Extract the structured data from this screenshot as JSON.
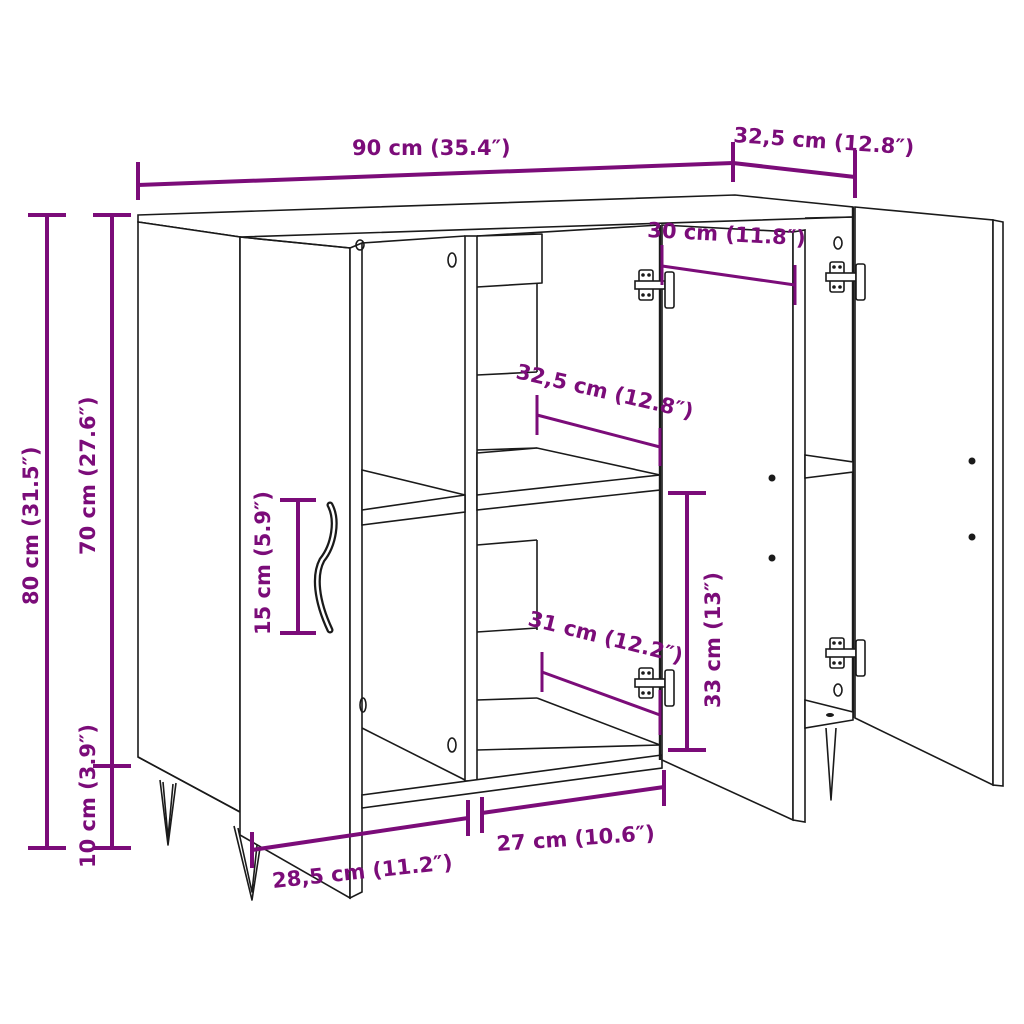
{
  "colors": {
    "dimension": "#7b0c79",
    "outline": "#1a1a1a",
    "background": "#ffffff"
  },
  "diagram": {
    "subject": "Sideboard with two open doors (left door and right door), hairpin legs",
    "icons": [
      "door-handle-icon",
      "hinge-icon",
      "hairpin-leg-icon",
      "shelf-pin-hole-icon"
    ]
  },
  "dimensions": {
    "overall_width": "90 cm (35.4″)",
    "overall_depth": "32,5 cm (12.8″)",
    "overall_height": "80 cm (31.5″)",
    "body_height": "70 cm (27.6″)",
    "leg_height": "10 cm (3.9″)",
    "handle_length": "15 cm (5.9″)",
    "inner_depth_top": "30 cm (11.8″)",
    "shelf_depth": "32,5 cm (12.8″)",
    "compartment_height": "33 cm (13″)",
    "inner_depth_bottom": "31 cm (12.2″)",
    "left_compartment_width": "28,5 cm (11.2″)",
    "middle_compartment_width": "27 cm (10.6″)"
  }
}
